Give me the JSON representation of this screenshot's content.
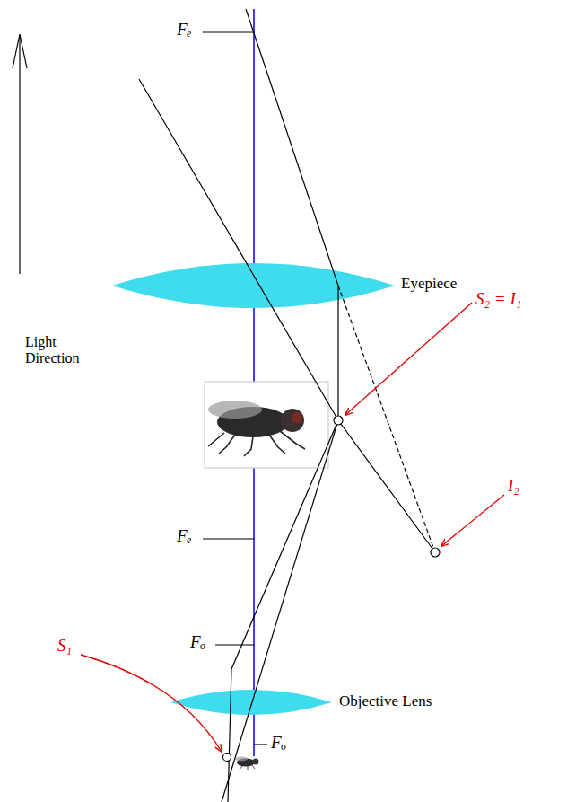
{
  "diagram": {
    "labels": [
      "Fₑ",
      "Eyepiece",
      "Light Direction",
      "S₂ = I₁",
      "I₂",
      "Fₑ",
      "Fₒ",
      "Objective Lens",
      "S₁",
      "Fₒ"
    ]
  }
}
